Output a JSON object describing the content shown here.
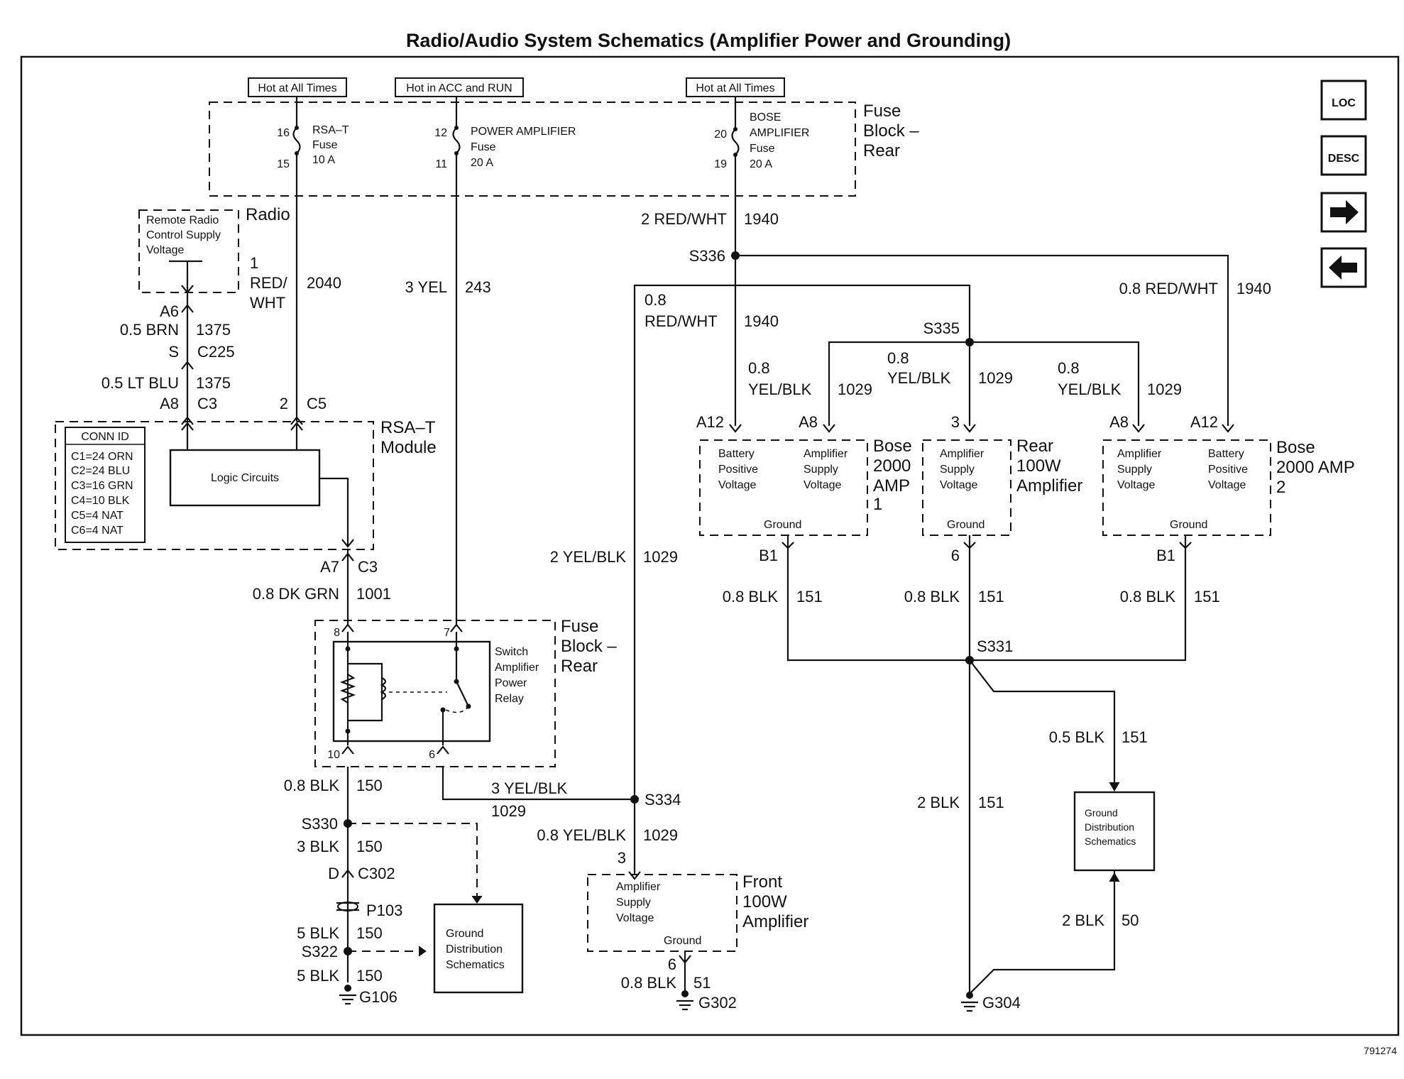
{
  "title": "Radio/Audio System Schematics (Amplifier Power and Grounding)",
  "figure_number": "791274",
  "nav": {
    "loc_label": "LOC",
    "desc_label": "DESC",
    "next_icon": "arrow-right-icon",
    "prev_icon": "arrow-left-icon"
  },
  "fuse_block_top": {
    "name_line1": "Fuse",
    "name_line2": "Block –",
    "name_line3": "Rear",
    "hot_labels": [
      "Hot at All Times",
      "Hot in ACC and RUN",
      "Hot at All Times"
    ],
    "fuses": [
      {
        "pin_in": "16",
        "pin_out": "15",
        "name_line1": "RSA–T",
        "name_line2": "Fuse",
        "name_line3": "",
        "rating": "10 A"
      },
      {
        "pin_in": "12",
        "pin_out": "11",
        "name_line1": "POWER AMPLIFIER",
        "name_line2": "Fuse",
        "name_line3": "",
        "rating": "20 A"
      },
      {
        "pin_in": "20",
        "pin_out": "19",
        "name_line1": "BOSE",
        "name_line2": "AMPLIFIER",
        "name_line3": "Fuse",
        "rating": "20 A"
      }
    ]
  },
  "wires": {
    "w2040_a": "1",
    "w2040_b": "RED/",
    "w2040_c": "WHT",
    "w2040_num": "2040",
    "w243_gauge": "3 YEL",
    "w243_num": "243",
    "w1940_main_gauge": "2 RED/WHT",
    "w1940_main_num": "1940",
    "w1940_left_a": "0.8",
    "w1940_left_b": "RED/WHT",
    "w1940_left_num": "1940",
    "w1940_right_gauge": "0.8 RED/WHT",
    "w1940_right_num": "1940",
    "w1375_brn_gauge": "0.5 BRN",
    "w1375_brn_num": "1375",
    "w1375_blu_gauge": "0.5 LT BLU",
    "w1375_blu_num": "1375",
    "w1029_a_1": "0.8",
    "w1029_a_2": "YEL/BLK",
    "w1029_a_num": "1029",
    "w1029_b_1": "0.8",
    "w1029_b_2": "YEL/BLK",
    "w1029_b_num": "1029",
    "w1029_c_1": "0.8",
    "w1029_c_2": "YEL/BLK",
    "w1029_c_num": "1029",
    "w1029_main_gauge": "2 YEL/BLK",
    "w1029_main_num": "1029",
    "w1001_gauge": "0.8 DK GRN",
    "w1001_num": "1001",
    "w150_a_gauge": "0.8 BLK",
    "w150_a_num": "150",
    "w150_b_gauge": "3 BLK",
    "w150_b_num": "150",
    "w150_c_gauge": "5 BLK",
    "w150_c_num": "150",
    "w150_d_gauge": "5 BLK",
    "w150_d_num": "150",
    "w1029_relay_gauge": "3 YEL/BLK",
    "w1029_relay_num": "1029",
    "w1029_front_gauge": "0.8 YEL/BLK",
    "w1029_front_num": "1029",
    "w51_gauge": "0.8 BLK",
    "w51_num": "51",
    "w151_a_gauge": "0.8 BLK",
    "w151_a_num": "151",
    "w151_b_gauge": "0.8 BLK",
    "w151_b_num": "151",
    "w151_c_gauge": "0.8 BLK",
    "w151_c_num": "151",
    "w151_main_gauge": "2 BLK",
    "w151_main_num": "151",
    "w151_gd_gauge": "0.5 BLK",
    "w151_gd_num": "151",
    "w50_gauge": "2 BLK",
    "w50_num": "50"
  },
  "splices": {
    "s336": "S336",
    "s335": "S335",
    "s331": "S331",
    "s334": "S334",
    "s330": "S330",
    "s322": "S322"
  },
  "grounds": {
    "g106": "G106",
    "g302": "G302",
    "g304": "G304"
  },
  "connectors": {
    "radio_label": "Radio",
    "a6": "A6",
    "s": "S",
    "c225": "C225",
    "a8": "A8",
    "c3": "C3",
    "pin2": "2",
    "c5": "C5",
    "a7": "A7",
    "c3b": "C3",
    "d": "D",
    "c302": "C302",
    "p103": "P103",
    "relay_pin8": "8",
    "relay_pin7": "7",
    "relay_pin10": "10",
    "relay_pin6": "6",
    "amp1_a12": "A12",
    "amp1_a8": "A8",
    "amp1_b1": "B1",
    "rear_pin3": "3",
    "rear_pin6": "6",
    "amp2_a8": "A8",
    "amp2_a12": "A12",
    "amp2_b1": "B1",
    "front_pin3": "3",
    "front_pin6": "6"
  },
  "remote_radio": {
    "line1": "Remote Radio",
    "line2": "Control Supply",
    "line3": "Voltage"
  },
  "rsat_module": {
    "name_line1": "RSA–T",
    "name_line2": "Module",
    "logic_label": "Logic Circuits",
    "conn_id_title": "CONN ID",
    "conn_ids": [
      "C1=24 ORN",
      "C2=24 BLU",
      "C3=16 GRN",
      "C4=10 BLK",
      "C5=4 NAT",
      "C6=4 NAT"
    ]
  },
  "fuse_block_relay": {
    "name_line1": "Fuse",
    "name_line2": "Block –",
    "name_line3": "Rear",
    "relay_line1": "Switch",
    "relay_line2": "Amplifier",
    "relay_line3": "Power",
    "relay_line4": "Relay"
  },
  "amp1": {
    "name_line1": "Bose",
    "name_line2": "2000",
    "name_line3": "AMP",
    "name_line4": "1",
    "battery_1": "Battery",
    "battery_2": "Positive",
    "battery_3": "Voltage",
    "supply_1": "Amplifier",
    "supply_2": "Supply",
    "supply_3": "Voltage",
    "ground": "Ground"
  },
  "rear_amp": {
    "name_line1": "Rear",
    "name_line2": "100W",
    "name_line3": "Amplifier",
    "supply_1": "Amplifier",
    "supply_2": "Supply",
    "supply_3": "Voltage",
    "ground": "Ground"
  },
  "amp2": {
    "name_line1": "Bose",
    "name_line2": "2000 AMP",
    "name_line3": "2",
    "supply_1": "Amplifier",
    "supply_2": "Supply",
    "supply_3": "Voltage",
    "battery_1": "Battery",
    "battery_2": "Positive",
    "battery_3": "Voltage",
    "ground": "Ground"
  },
  "front_amp": {
    "name_line1": "Front",
    "name_line2": "100W",
    "name_line3": "Amplifier",
    "supply_1": "Amplifier",
    "supply_2": "Supply",
    "supply_3": "Voltage",
    "ground": "Ground"
  },
  "ground_dist_left": {
    "line1": "Ground",
    "line2": "Distribution",
    "line3": "Schematics"
  },
  "ground_dist_right": {
    "line1": "Ground",
    "line2": "Distribution",
    "line3": "Schematics"
  }
}
